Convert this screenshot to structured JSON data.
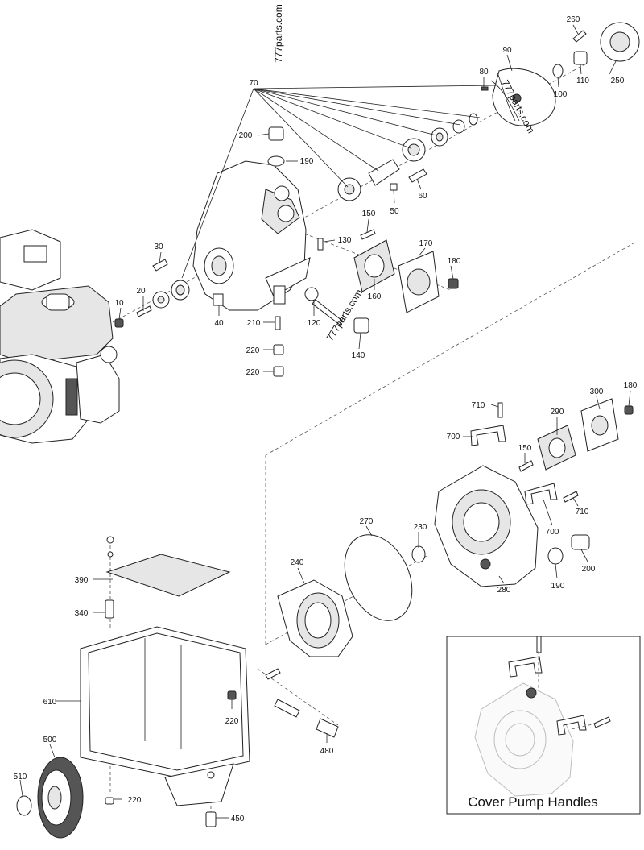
{
  "watermarks": [
    "777parts.com",
    "777parts.com",
    "777parts.com"
  ],
  "inset": {
    "title": "Cover Pump Handles"
  },
  "callouts": [
    "260",
    "90",
    "80",
    "250",
    "110",
    "100",
    "70",
    "200",
    "190",
    "60",
    "50",
    "150",
    "130",
    "170",
    "30",
    "180",
    "20",
    "160",
    "10",
    "120",
    "40",
    "210",
    "140",
    "220",
    "220",
    "710",
    "180",
    "290",
    "300",
    "700",
    "150",
    "710",
    "700",
    "270",
    "230",
    "190",
    "200",
    "280",
    "240",
    "390",
    "340",
    "610",
    "220",
    "480",
    "500",
    "510",
    "220",
    "450"
  ]
}
